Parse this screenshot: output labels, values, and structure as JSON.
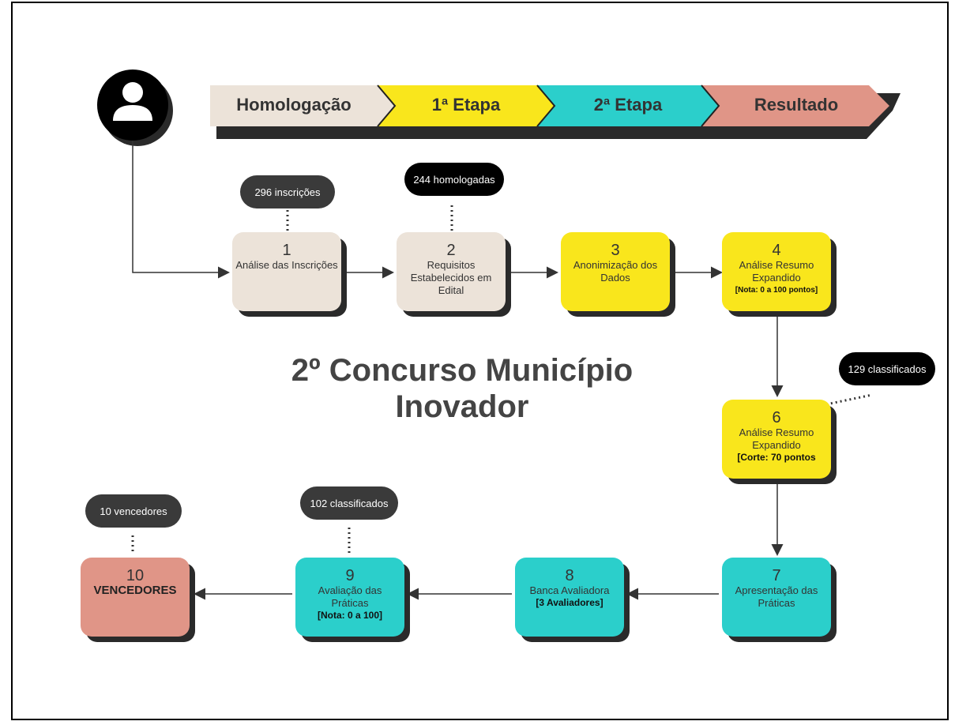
{
  "stages": [
    {
      "label": "Homologação",
      "color": "#ece3d9"
    },
    {
      "label": "1ª Etapa",
      "color": "#f9e61c"
    },
    {
      "label": "2ª Etapa",
      "color": "#2bcfcb"
    },
    {
      "label": "Resultado",
      "color": "#e09587"
    }
  ],
  "title_line1": "2º Concurso Município",
  "title_line2": "Inovador",
  "steps": {
    "s1": {
      "num": "1",
      "label": "Análise das Inscrições"
    },
    "s2": {
      "num": "2",
      "label": "Requisitos Estabelecidos em Edital"
    },
    "s3": {
      "num": "3",
      "label": "Anonimização dos Dados"
    },
    "s4": {
      "num": "4",
      "label": "Análise Resumo Expandido",
      "note": "[Nota: 0 a 100 pontos]"
    },
    "s6": {
      "num": "6",
      "label": "Análise Resumo Expandido",
      "note": "[Corte: 70 pontos"
    },
    "s7": {
      "num": "7",
      "label": "Apresentação das Práticas"
    },
    "s8": {
      "num": "8",
      "label": "Banca Avaliadora",
      "note": "[3 Avaliadores]"
    },
    "s9": {
      "num": "9",
      "label": "Avaliação das Práticas",
      "note": "[Nota: 0 a 100]"
    },
    "s10": {
      "num": "10",
      "label": "VENCEDORES"
    }
  },
  "bubbles": {
    "b1": "296 inscrições",
    "b2": "244 homologadas",
    "b6": "129 classificados",
    "b9": "102 classificados",
    "b10": "10  vencedores"
  },
  "colors": {
    "beige": "#ece3d9",
    "yellow": "#f9e61c",
    "teal": "#2bcfcb",
    "rose": "#e09587",
    "dark": "#2a2a2a"
  }
}
